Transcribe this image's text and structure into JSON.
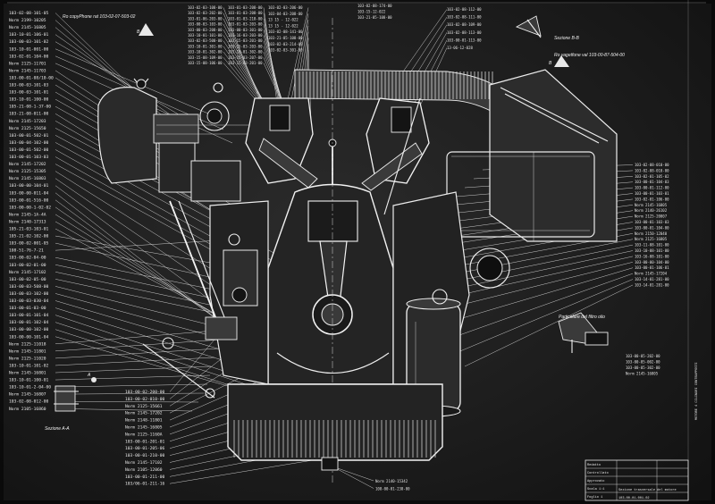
{
  "left_labels": [
    "103-02-08-101-05",
    "Norm 2199-10205",
    "Norm 2145-16805",
    "103-10-01-106-01",
    "103-00-03-101-02",
    "103-10-01-001-00",
    "103-02-01-104-00",
    "Norm 2125-11701",
    "Norm 2145-11703",
    "103-00-01-08/10-00",
    "103-00-03-101-03",
    "103-00-03-101-01",
    "103-10-01-100-00",
    "105-21-08-1-37-00",
    "103-21-08-011-00",
    "Norm 2145-17203",
    "Norm 2125-15650",
    "103-00-01-502-01",
    "103-00-04-102-00",
    "103-00-01-502-00",
    "103-00-01-103-03",
    "Norm 2145-17202",
    "Norm 2125-15305",
    "Norm 2145-16803",
    "103-00-00-104-01",
    "103-00-00-011-04",
    "103-00-01-516-00",
    "103-00-00-1-02-02",
    "Norm 2145-1A-4A",
    "Norm 2140-17313",
    "105-21-03-103-01",
    "105-21-02-102-00",
    "103-00-02-001-05",
    "108-51-76-7-21",
    "103-00-02-04-00",
    "103-00-02-01-00",
    "Norm 2145-17102",
    "103-00-02-05-00",
    "103-00-03-508-00",
    "103-00-03-102-00",
    "103-00-03-030-04",
    "103-00-01-03-00",
    "103-00-01-101-04",
    "103-00-01-102-04",
    "103-00-00-102-00",
    "103-00-00-101-04",
    "Norm 2125-11018",
    "Norm 2145-11801",
    "Norm 2125-11020",
    "103-10-01-101-02",
    "Norm 2145-16801",
    "103-10-01-100-01",
    "103-10-01-2-04-00",
    "Norm 2145-16807",
    "103-02-08-012-00",
    "Norm 2105-16860"
  ],
  "center_left_labels": [
    "103-00-02-200-00",
    "103-00-02-010-00",
    "Norm 2125-15661",
    "Norm 2145-17202",
    "Norm 2148-11801",
    "Norm 2145-16805",
    "Norm 2125-1160A",
    "103-00-01-201-01",
    "103-00-01-205-06",
    "103-00-01-210-00",
    "Norm 2145-17102",
    "Norm 2105-12060",
    "103-00-01-211-00",
    "103/06-01-211-16"
  ],
  "top_col1": [
    "103-02-03-108-00",
    "103-02-03-202-00",
    "103-01-06-203-00",
    "103-00-03-103-00",
    "103-00-03-208-00",
    "103-10-01-101-00",
    "103-02-03-500-00",
    "103-10-01-301-00",
    "103-10-01-302-00",
    "103-15-08-109-00",
    "103-15-08-106-00"
  ],
  "top_col2": [
    "103-01-03-208-00",
    "103-01-03-208-00",
    "103-01-03-218-00",
    "103-01-03-203-00",
    "103-00-03-301-00",
    "103-16-03-203-00",
    "103-15-03-201-00",
    "103-15-03-203-00",
    "103-10-01-302-00",
    "103-15-03-207-00",
    "103-15-03-201-00"
  ],
  "top_col3": [
    "103-02-03-206-00",
    "103-04-03-208-00",
    "13 15 - 12-022",
    "13 15 - 12-022",
    "103-02-08-141-00",
    "103-21-05-108-00",
    "103-02-03-214-00",
    "103-02-03-301-00"
  ],
  "top_col4": [
    "103-02-08-112-00",
    "103-02-08-111-00",
    "103-02-08-109-00",
    "103-02-08-113-00",
    "103-00-01-113-00",
    "13-06-12-028"
  ],
  "right_labels": [
    "103-02-08-010-00",
    "103-02-08-010-00",
    "103-02-01-105-02",
    "103-00-01-104-03",
    "103-00-01-112-00",
    "103-00-01-103-01",
    "103-02-01-106-00",
    "Norm 2145-16805",
    "Norm 2140-26102",
    "Norm 2125-20007",
    "103-00-01-103-03",
    "103-00-01-104-00",
    "Norm 2150-12040",
    "Norm 2125-16805",
    "103-11-08-101-00",
    "103-10-08-101-00",
    "103-16-08-101-00",
    "103-00-00-104-00",
    "103-00-01-106-01",
    "Norm 2145-17204",
    "103-14-01-281-00",
    "103-14-01-281-00"
  ],
  "top_right_labels": [
    "103-02-08-174-00",
    "103-15-12-022",
    "103-21-05-108-00"
  ],
  "bottom_labels": [
    "Norm 2140-15342",
    "108-00-01-238-00"
  ],
  "detail_labels": [
    "103-00-05-202-00",
    "103-00-05-002-00",
    "103-00-05-302-00",
    "Norm 2145-16805"
  ],
  "callouts": {
    "top_note": "Ro copyPhone rat 103-02-07-503-02",
    "top_right_note": "Ro vagetfone val 103-00-87-504-00",
    "section_bb": "Sezione B-B",
    "section_aa": "Sezione A-A",
    "detail_title": "Particolare del filtro olio",
    "marker_b1": "B",
    "marker_b2": "B",
    "marker_a": "A"
  },
  "title_block": {
    "rows": [
      "Redatto",
      "Controllato",
      "Approvato",
      "Scala 1:1",
      "Foglio 1"
    ],
    "caption": "Sezione trasversale del motore",
    "drawing_no": "103-00-01-001-02",
    "side_text": "MOTORE 4 CILINDRI CONTRAPPOSTI"
  }
}
